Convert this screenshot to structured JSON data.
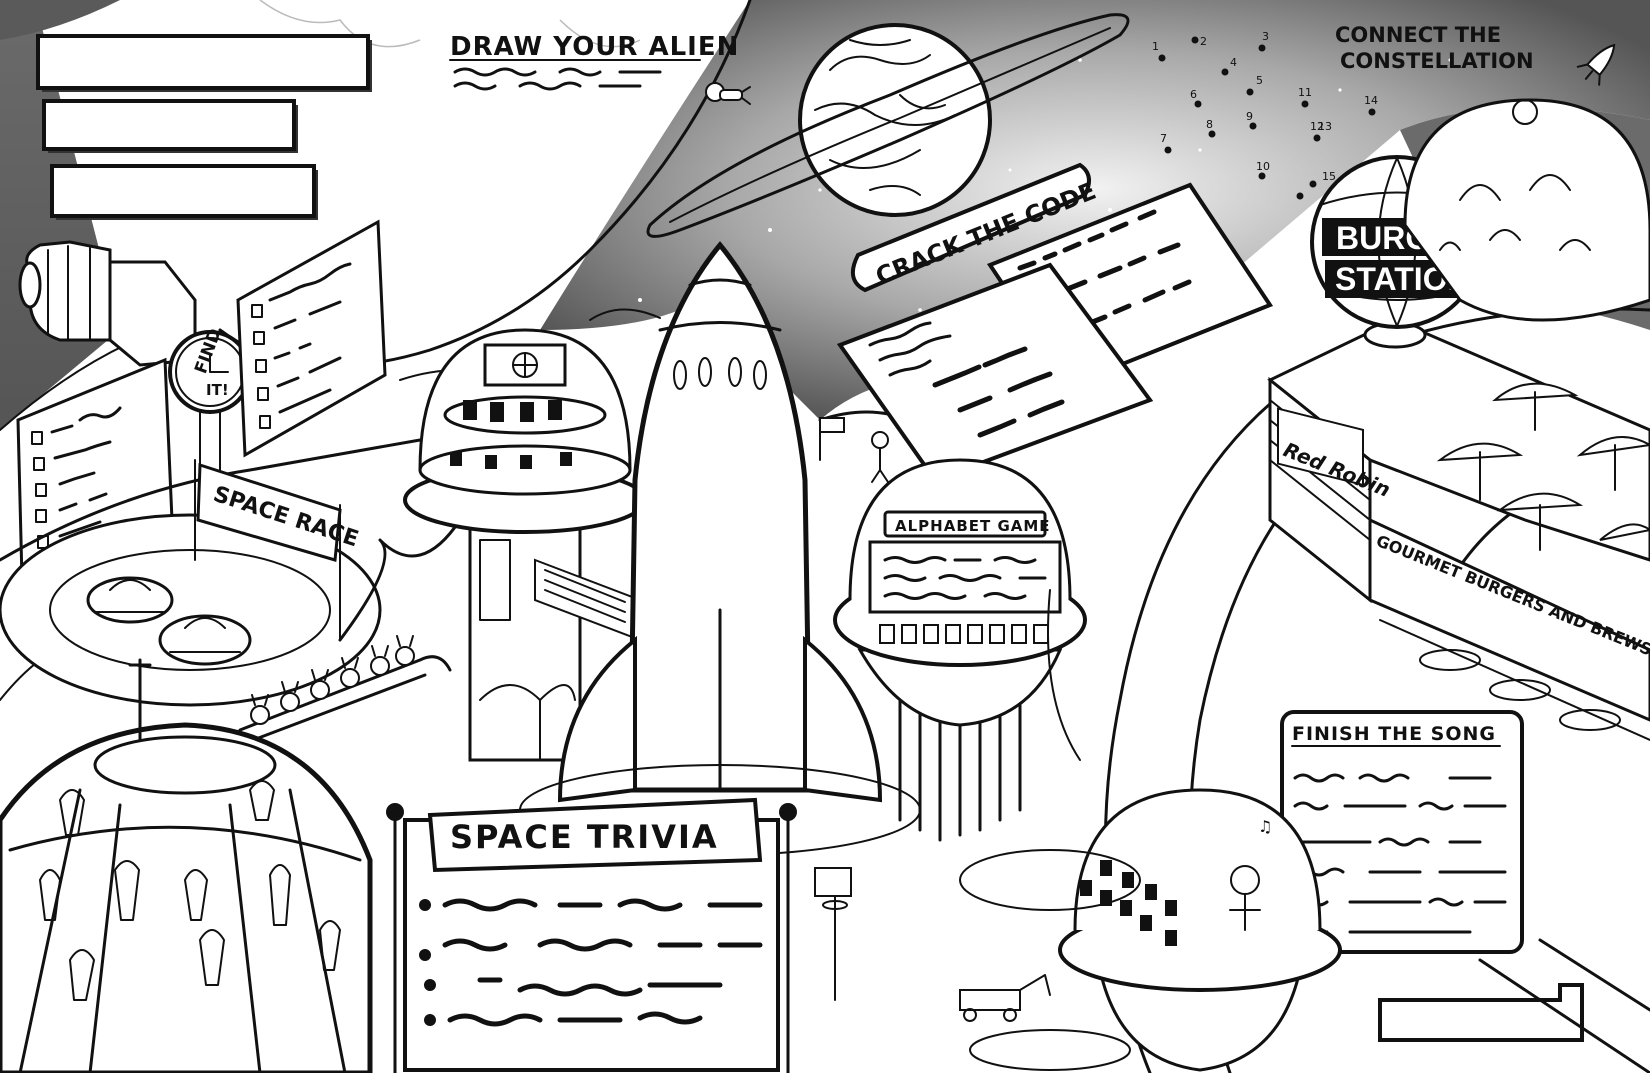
{
  "labels": {
    "draw_your_alien": "DRAW YOUR ALIEN",
    "connect_line1": "CONNECT THE",
    "connect_line2": "CONSTELLATION",
    "crack_the_code": "CRACK THE CODE",
    "find_it_line1": "FIND",
    "find_it_line2": "IT!",
    "space_race": "SPACE RACE",
    "alphabet_game": "ALPHABET GAME",
    "space_trivia": "SPACE TRIVIA",
    "finish_the_song": "FINISH THE SONG",
    "burger_line1": "BURGER",
    "burger_line2": "STATION",
    "red_robin": "Red Robin",
    "gourmet": "GOURMET BURGERS AND BREWS"
  },
  "constellation_numbers": [
    "1",
    "2",
    "3",
    "4",
    "5",
    "6",
    "7",
    "8",
    "9",
    "10",
    "11",
    "12",
    "13",
    "14",
    "15"
  ],
  "colors": {
    "ink": "#111111",
    "space_dark": "#4a4a4a",
    "space_mid": "#8a8a8a",
    "paper": "#ffffff",
    "banner_black": "#111111"
  },
  "icons": [
    "planet-icon",
    "rocket-icon",
    "satellite-icon",
    "alien-icon",
    "dome-icon",
    "umbrella-icon",
    "basketball-hoop-icon"
  ]
}
